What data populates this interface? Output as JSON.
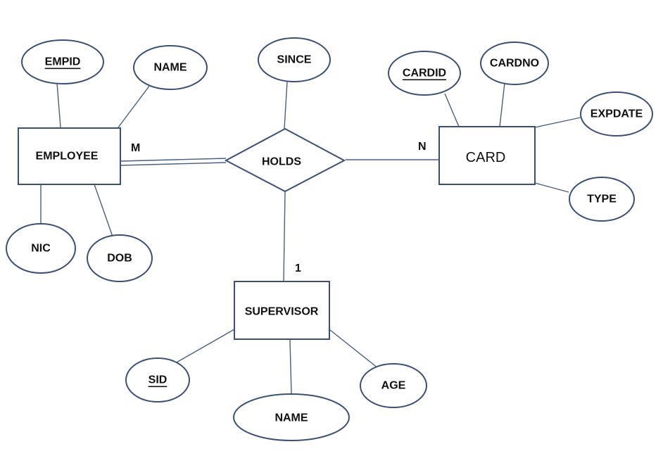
{
  "entities": {
    "employee": "EMPLOYEE",
    "card": "CARD",
    "supervisor": "SUPERVISOR"
  },
  "relationship": {
    "holds": "HOLDS"
  },
  "attributes": {
    "empid": "EMPID",
    "emp_name": "NAME",
    "nic": "NIC",
    "dob": "DOB",
    "since": "SINCE",
    "cardid": "CARDID",
    "cardno": "CARDNO",
    "expdate": "EXPDATE",
    "type": "TYPE",
    "sid": "SID",
    "sup_name": "NAME",
    "age": "AGE"
  },
  "cardinalities": {
    "employee": "M",
    "card": "N",
    "supervisor": "1"
  },
  "colors": {
    "outline": "#3a5078",
    "connector": "#4a5f82",
    "text": "#111111"
  }
}
